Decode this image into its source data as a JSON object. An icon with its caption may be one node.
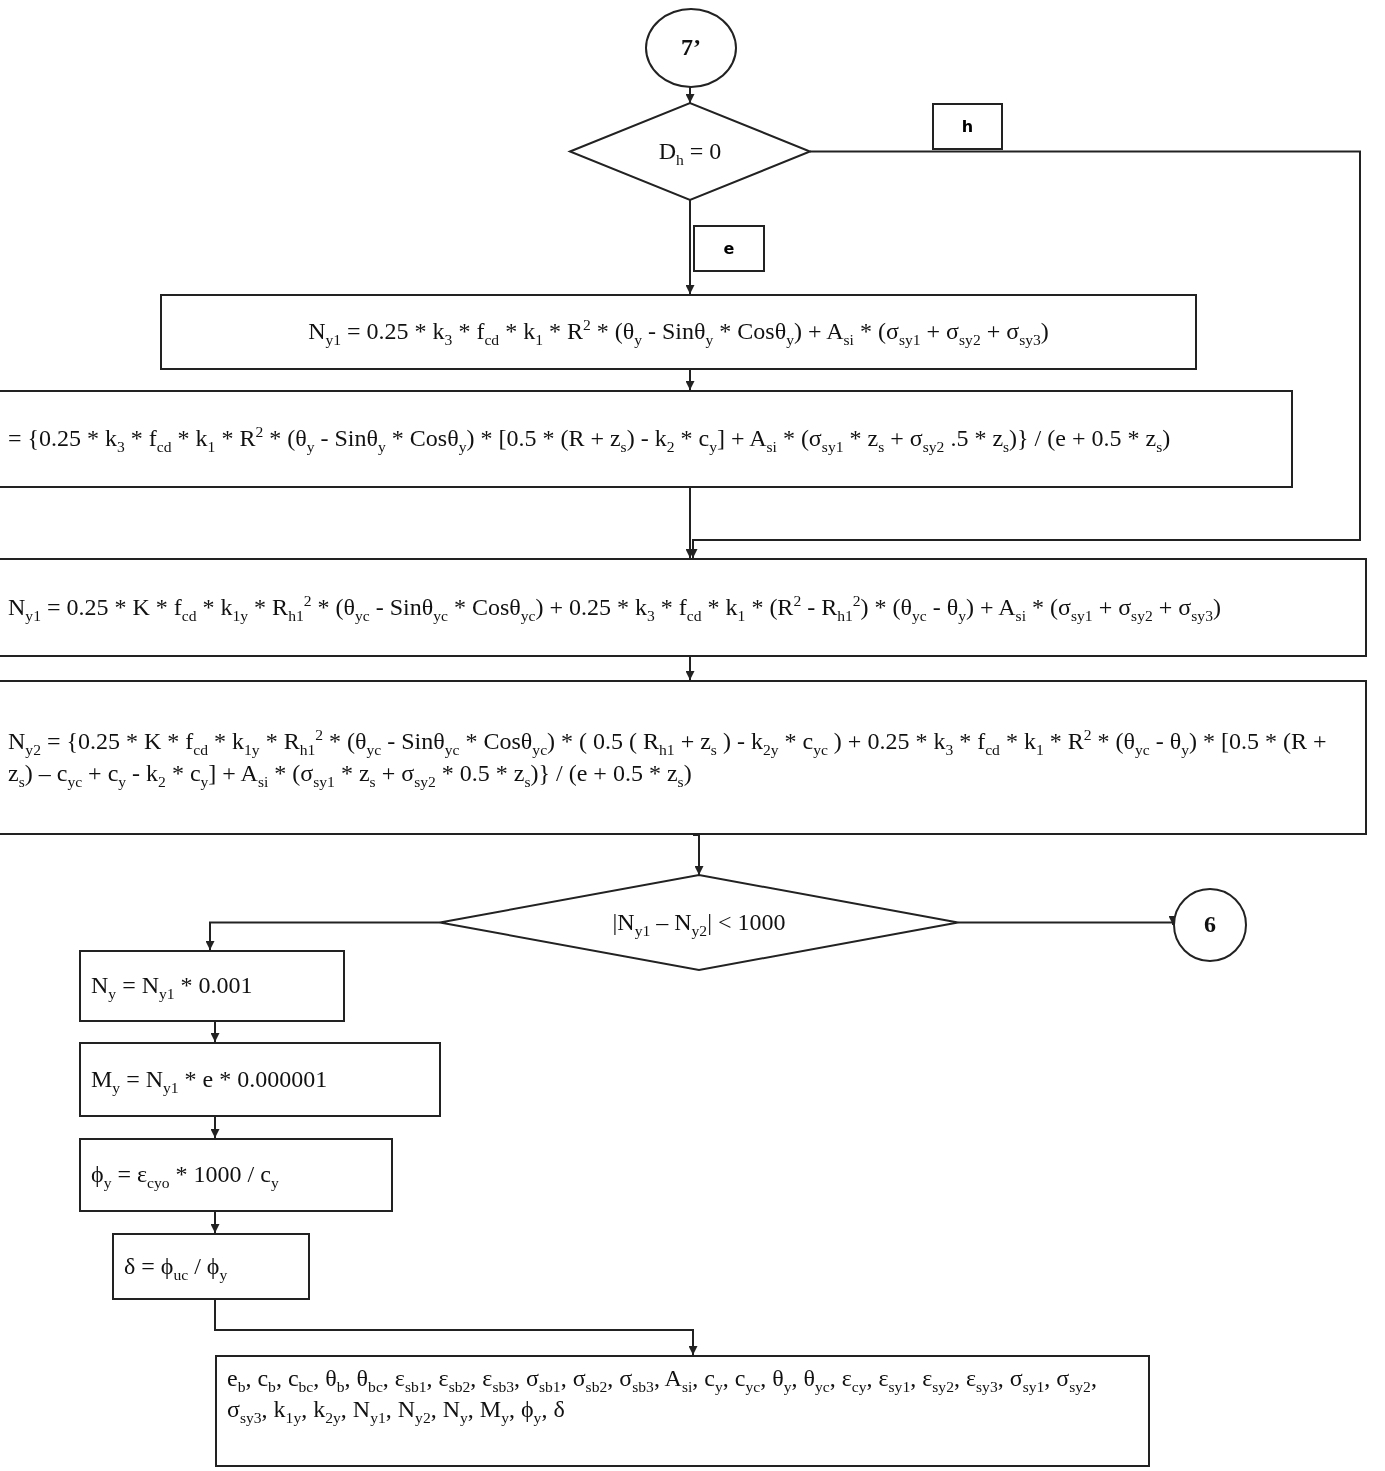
{
  "diagram": {
    "nodes": [
      {
        "text": [
          "7’"
        ]
      },
      {
        "text": [
          "D$_{h}$ = 0"
        ]
      },
      {
        "text": [
          "N$_{y1}$ = 0.25 * k$_{3}$ * f$_{cd}$ * k$_{1}$ * R$^{2}$ * (θ$_{y}$ - Sinθ$_{y}$ * Cosθ$_{y}$) + A$_{si}$ * (σ$_{sy1}$ + σ$_{sy2}$ + σ$_{sy3}$)"
        ]
      },
      {
        "text": [
          "= {0.25 * k$_{3}$ * f$_{cd}$ * k$_{1}$ * R$^{2}$ * (θ$_{y}$ - Sinθ$_{y}$ * Cosθ$_{y}$) * [0.5 * (R + z$_{s}$) - k$_{2}$ * c$_{y}$] + A$_{si}$ * (σ$_{sy1}$ * z$_{s}$ + σ$_{sy2}$ .5 * z$_{s}$)} / (e + 0.5 * z$_{s}$)"
        ]
      },
      {
        "text": [
          "N$_{y1}$ = 0.25 * K * f$_{cd}$ * k$_{1y}$ * R$_{h1}$$^{2}$ * (θ$_{yc}$ - Sinθ$_{yc}$ * Cosθ$_{yc}$) + 0.25 * k$_{3}$ * f$_{cd}$ * k$_{1}$ * (R$^{2}$ - R$_{h1}$$^{2}$) * (θ$_{yc}$ - θ$_{y}$) + A$_{si}$ * (σ$_{sy1}$ + σ$_{sy2}$ + σ$_{sy3}$)"
        ]
      },
      {
        "text": [
          "N$_{y2}$ = {0.25 * K * f$_{cd}$ * k$_{1y}$ * R$_{h1}$$^{2}$ * (θ$_{yc}$ - Sinθ$_{yc}$ * Cosθ$_{yc}$) * ( 0.5 ( R$_{h1}$ + z$_{s}$ ) - k$_{2y}$ * c$_{yc}$ ) + 0.25 * k$_{3}$ * f$_{cd}$ * k$_{1}$ * R$^{2}$ * (θ$_{yc}$ - θ$_{y}$) * [0.5 * (R + z$_{s}$) – c$_{yc}$ + c$_{y}$ - k$_{2}$ * c$_{y}$] + A$_{si}$ * (σ$_{sy1}$ * z$_{s}$ + σ$_{sy2}$ * 0.5 * z$_{s}$)} / (e + 0.5 * z$_{s}$)"
        ]
      },
      {
        "text": [
          "|N$_{y1}$ – N$_{y2}$| < 1000"
        ]
      },
      {
        "text": [
          "6"
        ]
      },
      {
        "text": [
          "N$_{y}$ = N$_{y1}$ * 0.001"
        ]
      },
      {
        "text": [
          "M$_{y}$ = N$_{y1}$ * e * 0.000001"
        ]
      },
      {
        "text": [
          "ϕ$_{y}$ = ε$_{cyo}$ * 1000 / c$_{y}$"
        ]
      },
      {
        "text": [
          "δ = ϕ$_{uc}$ / ϕ$_{y}$"
        ]
      },
      {
        "text": [
          "e$_{b}$, c$_{b}$, c$_{bc}$, θ$_{b}$, θ$_{bc}$, ε$_{sb1}$, ε$_{sb2}$, ε$_{sb3}$, σ$_{sb1}$, σ$_{sb2}$, σ$_{sb3}$, A$_{si}$, c$_{y}$, c$_{yc}$, θ$_{y}$, θ$_{yc}$, ε$_{cy}$, ε$_{sy1}$, ε$_{sy2}$, ε$_{sy3}$, σ$_{sy1}$, σ$_{sy2}$, σ$_{sy3}$, k$_{1y}$, k$_{2y}$, N$_{y1}$, N$_{y2}$, N$_{y}$, M$_{y}$, ϕ$_{y}$, δ"
        ]
      }
    ],
    "edges": [
      {
        "from": 0,
        "to": 1,
        "arrow": "to"
      },
      {
        "from": 1,
        "to": 2,
        "arrow": "to",
        "label": "e"
      },
      {
        "from": 1,
        "to": 4,
        "arrow": "to",
        "label": "h"
      },
      {
        "from": 2,
        "to": 3,
        "arrow": "to"
      },
      {
        "from": 3,
        "to": 4,
        "arrow": "to"
      },
      {
        "from": 4,
        "to": 5,
        "arrow": "to"
      },
      {
        "from": 5,
        "to": 6,
        "arrow": "to"
      },
      {
        "from": 6,
        "to": 7,
        "arrow": "to"
      },
      {
        "from": 6,
        "to": 8,
        "arrow": "to"
      },
      {
        "from": 8,
        "to": 9,
        "arrow": "to"
      },
      {
        "from": 9,
        "to": 10,
        "arrow": "to"
      },
      {
        "from": 10,
        "to": 11,
        "arrow": "to"
      },
      {
        "from": 11,
        "to": 12,
        "arrow": "to"
      }
    ]
  }
}
